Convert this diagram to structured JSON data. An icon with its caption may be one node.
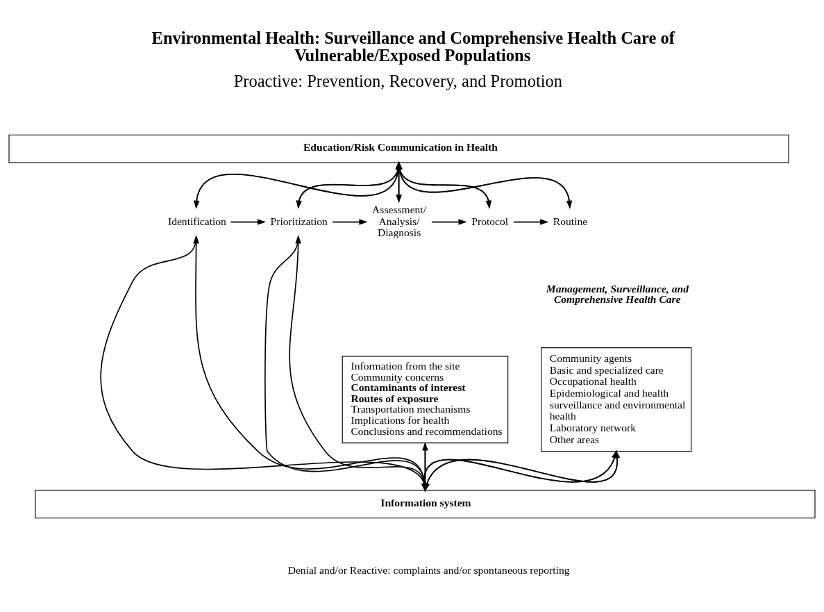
{
  "diagram": {
    "title": "Environmental Health: Surveillance and Comprehensive Health Care of Vulnerable/Exposed Populations",
    "nodes": [
      {
        "text": [
          "Education/Risk Communication in Health"
        ]
      },
      {
        "text": [
          "Identification"
        ]
      },
      {
        "text": [
          "Prioritization"
        ]
      },
      {
        "text": [
          "Assessment/ Analysis/ Diagnosis"
        ]
      },
      {
        "text": [
          "Protocol"
        ]
      },
      {
        "text": [
          "Routine"
        ]
      },
      {
        "text": [
          "Information from the site",
          "Community concerns",
          "**Contaminants of interest**",
          "**Routes of exposure**",
          "Transportation mechanisms",
          "Implications for health",
          "Conclusions and recommendations"
        ]
      },
      {
        "text": [
          "Community agents",
          "Basic and specialized care",
          "Occupational health",
          "Epidemiological and health surveillance and environmental health",
          "Laboratory network",
          "Other areas"
        ]
      },
      {
        "text": [
          "Information system"
        ]
      }
    ],
    "edges": [
      {
        "from": 1,
        "to": 0,
        "arrow": "to"
      },
      {
        "from": 0,
        "to": 1,
        "arrow": "to"
      },
      {
        "from": 2,
        "to": 0,
        "arrow": "to"
      },
      {
        "from": 0,
        "to": 2,
        "arrow": "to"
      },
      {
        "from": 3,
        "to": 0,
        "arrow": "to"
      },
      {
        "from": 0,
        "to": 3,
        "arrow": "to"
      },
      {
        "from": 4,
        "to": 0,
        "arrow": "to"
      },
      {
        "from": 0,
        "to": 4,
        "arrow": "to"
      },
      {
        "from": 5,
        "to": 0,
        "arrow": "to"
      },
      {
        "from": 0,
        "to": 5,
        "arrow": "to"
      },
      {
        "from": 1,
        "to": 2,
        "arrow": "to"
      },
      {
        "from": 2,
        "to": 3,
        "arrow": "to"
      },
      {
        "from": 3,
        "to": 4,
        "arrow": "to"
      },
      {
        "from": 4,
        "to": 5,
        "arrow": "to"
      },
      {
        "from": 1,
        "to": 8,
        "arrow": "to"
      },
      {
        "from": 8,
        "to": 1,
        "arrow": "to"
      },
      {
        "from": 2,
        "to": 8,
        "arrow": "to"
      },
      {
        "from": 8,
        "to": 2,
        "arrow": "to"
      },
      {
        "from": 6,
        "to": 8,
        "arrow": "to"
      },
      {
        "from": 8,
        "to": 6,
        "arrow": "to"
      },
      {
        "from": 7,
        "to": 8,
        "arrow": "to"
      },
      {
        "from": 8,
        "to": 7,
        "arrow": "to"
      },
      {
        "from": 7,
        "to": 8,
        "arrow": "to"
      },
      {
        "from": 8,
        "to": 7,
        "arrow": "to"
      }
    ],
    "labels": [
      "Proactive: Prevention, Recovery, and Promotion",
      "Management, Surveillance, and Comprehensive Health Care",
      "Denial and/or Reactive: complaints and/or spontaneous reporting"
    ]
  }
}
